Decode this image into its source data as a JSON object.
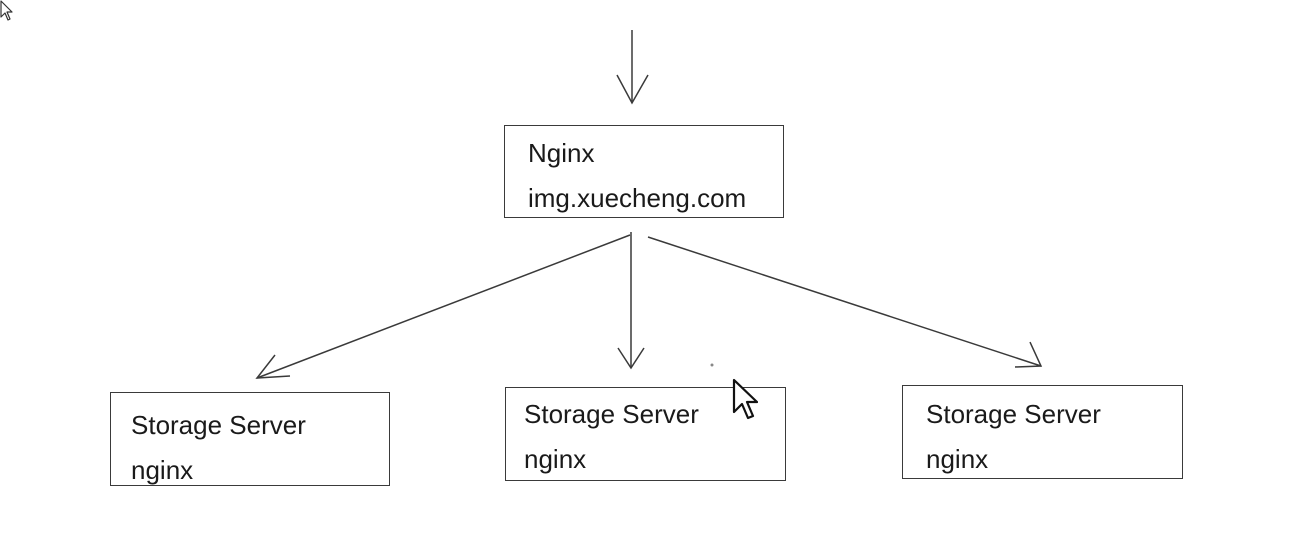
{
  "nginx": {
    "title": "Nginx",
    "host": "img.xuecheng.com"
  },
  "storage_servers": [
    {
      "title": "Storage Server",
      "service": "nginx"
    },
    {
      "title": "Storage Server",
      "service": "nginx"
    },
    {
      "title": "Storage Server",
      "service": "nginx"
    }
  ],
  "colors": {
    "stroke": "#3a3a3a",
    "text": "#1a1a1a",
    "background": "#ffffff"
  }
}
